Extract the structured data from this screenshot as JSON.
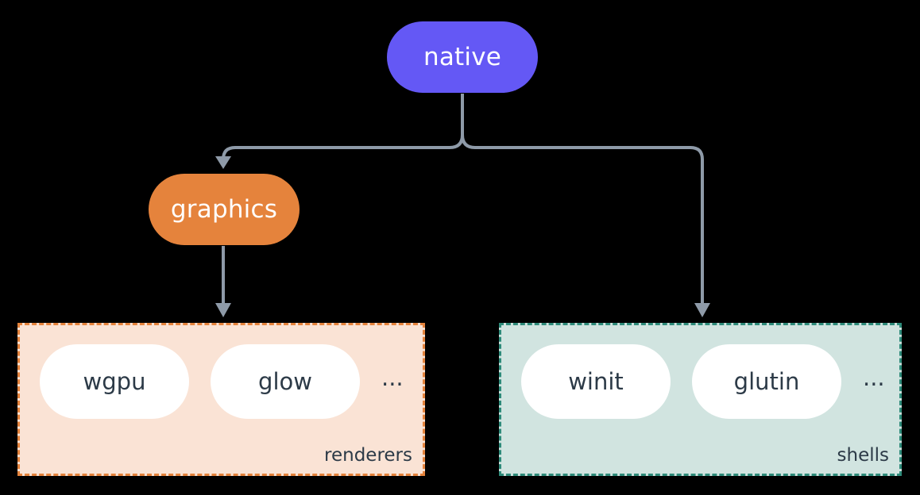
{
  "diagram": {
    "background_color": "#000000",
    "root": {
      "label": "native",
      "color": "#6458F5"
    },
    "branch": {
      "label": "graphics",
      "color": "#E5833C"
    },
    "groups": [
      {
        "id": "renderers",
        "label": "renderers",
        "fill_color": "#FAE3D5",
        "border_color": "#E5833C",
        "items": [
          {
            "label": "wgpu"
          },
          {
            "label": "glow"
          }
        ],
        "overflow": "..."
      },
      {
        "id": "shells",
        "label": "shells",
        "fill_color": "#D1E4E0",
        "border_color": "#2E8B7A",
        "items": [
          {
            "label": "winit"
          },
          {
            "label": "glutin"
          }
        ],
        "overflow": "..."
      }
    ],
    "edges": {
      "color": "#8E9AA8",
      "connections": [
        {
          "from": "native",
          "to": "graphics"
        },
        {
          "from": "native",
          "to": "shells"
        },
        {
          "from": "graphics",
          "to": "renderers"
        }
      ]
    },
    "text_color": "#2C3A47"
  }
}
